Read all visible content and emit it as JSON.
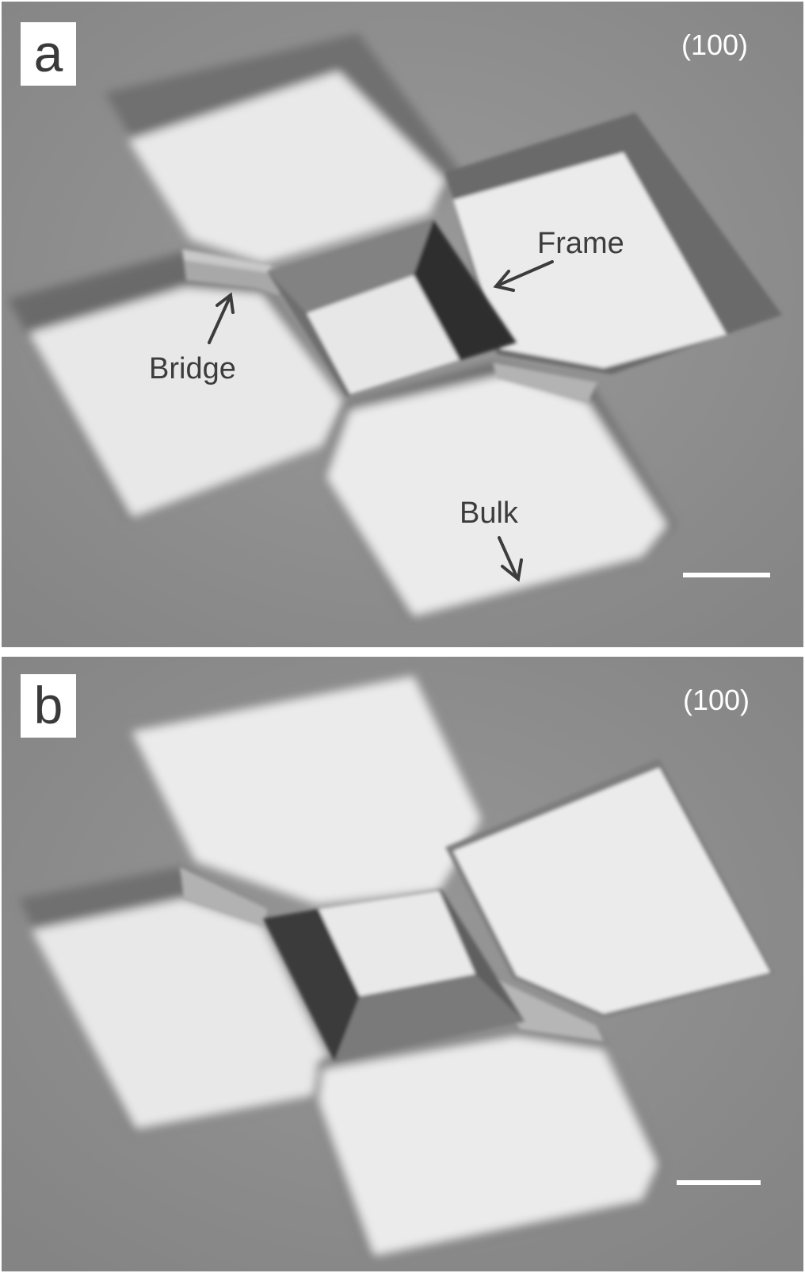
{
  "figure": {
    "panels": [
      {
        "label": "a",
        "orientation": "(100)",
        "annotations": {
          "frame": "Frame",
          "bridge": "Bridge",
          "bulk": "Bulk"
        }
      },
      {
        "label": "b",
        "orientation": "(100)"
      }
    ],
    "colors": {
      "background": "#8c8c8c",
      "pit_light": "#ececec",
      "wall_dark": "#565656",
      "wall_mid": "#8a8a8a",
      "label_text": "#3a3a3a",
      "scale_bar": "#ffffff"
    }
  }
}
